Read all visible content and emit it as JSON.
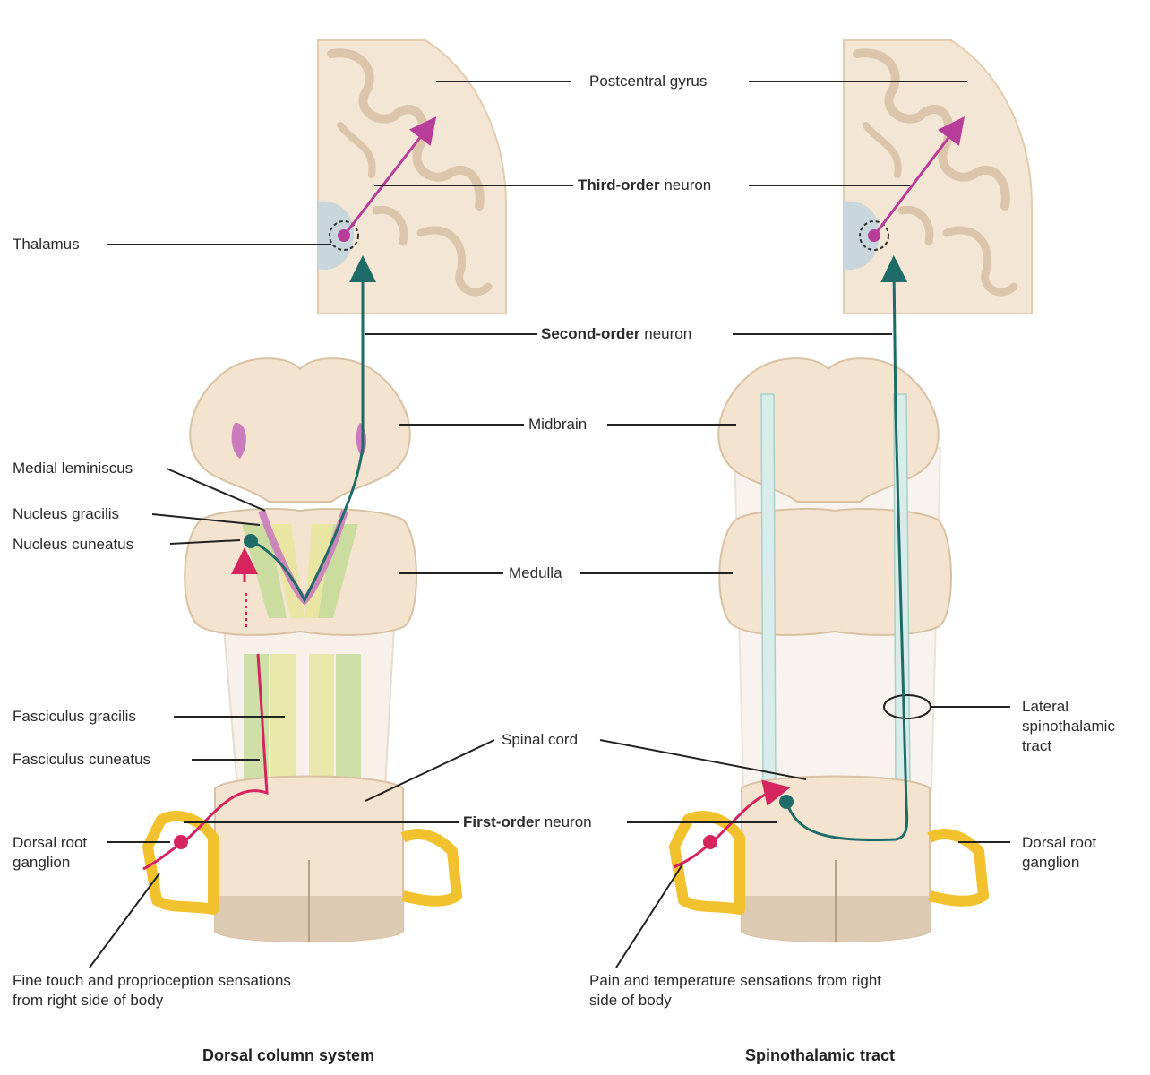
{
  "colors": {
    "cord": "#f3e3cf",
    "cord_edge": "#d9c1a3",
    "cord_shadow": "#dccab3",
    "brain_bg": "#f4e6d4",
    "brain_fold": "#e0cdb6",
    "thalamus": "#c9d7dc",
    "first_order": "#d6245f",
    "second_order": "#1e6b67",
    "third_order": "#b83d9a",
    "ganglion": "#f2c12e",
    "fasciculus_gracilis": "#e6e59a",
    "fasciculus_cuneatus": "#b9d98a",
    "spinothalamic_tract": "#d8ecea",
    "leader": "#222222"
  },
  "labels": {
    "postcentral_gyrus": "Postcentral gyrus",
    "third_order_bold": "Third-order",
    "third_order_rest": " neuron",
    "thalamus": "Thalamus",
    "second_order_bold": "Second-order",
    "second_order_rest": " neuron",
    "midbrain": "Midbrain",
    "medial_lemniscus": "Medial leminiscus",
    "nucleus_gracilis": "Nucleus gracilis",
    "nucleus_cuneatus": "Nucleus cuneatus",
    "medulla": "Medulla",
    "lateral_spinothalamic_tract": "Lateral spinothalamic tract",
    "fasciculus_gracilis": "Fasciculus gracilis",
    "fasciculus_cuneatus": "Fasciculus cuneatus",
    "spinal_cord": "Spinal cord",
    "first_order_bold": "First-order",
    "first_order_rest": " neuron",
    "dorsal_root_ganglion_left": "Dorsal root ganglion",
    "dorsal_root_ganglion_right": "Dorsal root ganglion",
    "fine_touch": "Fine touch and proprioception sensations from right side of body",
    "pain_temperature": "Pain and temperature sensations from right side of body"
  },
  "captions": {
    "left": "Dorsal column system",
    "right": "Spinothalamic tract"
  }
}
